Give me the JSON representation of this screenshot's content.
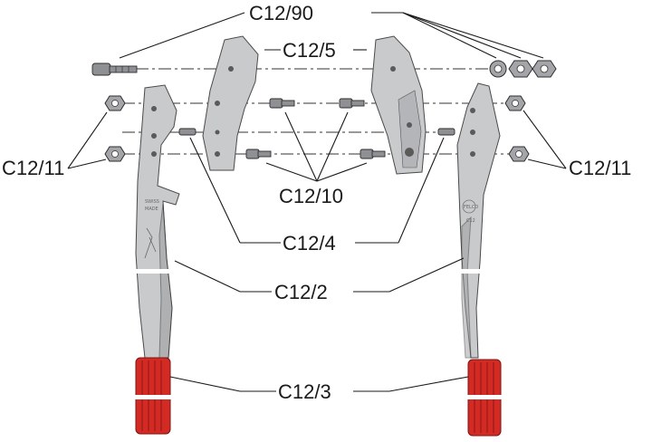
{
  "labels": {
    "c12_90": "C12/90",
    "c12_5": "C12/5",
    "c12_11_left": "C12/11",
    "c12_11_right": "C12/11",
    "c12_10": "C12/10",
    "c12_4": "C12/4",
    "c12_2": "C12/2",
    "c12_3": "C12/3"
  },
  "engraving": {
    "left_handle_line1": "SWISS",
    "left_handle_line2": "MADE",
    "right_handle_brand": "FELCO",
    "right_handle_model": "C12"
  },
  "colors": {
    "metal": "#c9cacc",
    "grip": "#d42a24",
    "line": "#1a1a1a"
  }
}
